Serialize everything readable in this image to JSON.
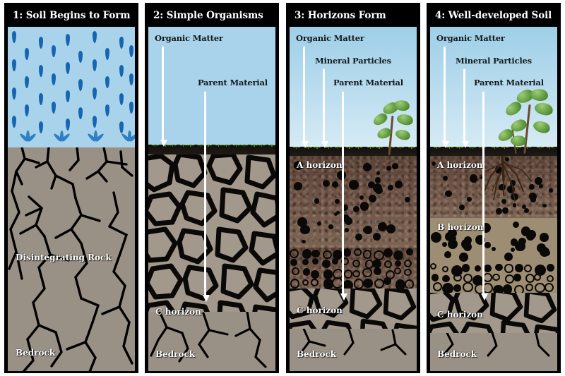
{
  "diagram": {
    "title_hidden": "Soil Formation Stages",
    "background": "#ffffff",
    "colors": {
      "panel_border": "#000000",
      "title_bar_bg": "#000000",
      "title_text": "#ffffff",
      "sky": "#a8d3ea",
      "raindrop": "#1565b0",
      "bedrock": "#9a9186",
      "c_horizon_rock": "#a2988c",
      "a_horizon": "#6d5244",
      "b_horizon": "#9d8d73",
      "organic_layer": "#15120f",
      "sprout_green": "#7dbb28",
      "leaf_green": "#4f8a31",
      "sky_label_text": "#15191c",
      "soil_label_text": "#ffffff",
      "arrow": "#ffffff"
    }
  },
  "panels": [
    {
      "id": "panel-1",
      "title": "1: Soil Begins to Form",
      "sky_labels": [],
      "arrows": [],
      "soil_labels": [
        {
          "text": "Disintegrating Rock",
          "name": "disintegrating-rock-label"
        },
        {
          "text": "Bedrock",
          "name": "bedrock-label"
        }
      ],
      "has_rain": true,
      "has_plant": false
    },
    {
      "id": "panel-2",
      "title": "2: Simple Organisms",
      "sky_labels": [
        {
          "text": "Organic Matter",
          "name": "organic-matter-label"
        },
        {
          "text": "Parent Material",
          "name": "parent-material-label"
        }
      ],
      "arrows": [
        "organic-matter-arrow",
        "parent-material-arrow"
      ],
      "soil_labels": [
        {
          "text": "C horizon",
          "name": "c-horizon-label"
        },
        {
          "text": "Bedrock",
          "name": "bedrock-label"
        }
      ],
      "has_rain": false,
      "has_plant": false
    },
    {
      "id": "panel-3",
      "title": "3: Horizons Form",
      "sky_labels": [
        {
          "text": "Organic Matter",
          "name": "organic-matter-label"
        },
        {
          "text": "Mineral Particles",
          "name": "mineral-particles-label"
        },
        {
          "text": "Parent Material",
          "name": "parent-material-label"
        }
      ],
      "arrows": [
        "organic-matter-arrow",
        "mineral-particles-arrow",
        "parent-material-arrow"
      ],
      "soil_labels": [
        {
          "text": "A horizon",
          "name": "a-horizon-label"
        },
        {
          "text": "C horizon",
          "name": "c-horizon-label"
        },
        {
          "text": "Bedrock",
          "name": "bedrock-label"
        }
      ],
      "has_rain": false,
      "has_plant": true
    },
    {
      "id": "panel-4",
      "title": "4: Well-developed Soil",
      "sky_labels": [
        {
          "text": "Organic Matter",
          "name": "organic-matter-label"
        },
        {
          "text": "Mineral Particles",
          "name": "mineral-particles-label"
        },
        {
          "text": "Parent Material",
          "name": "parent-material-label"
        }
      ],
      "arrows": [
        "organic-matter-arrow",
        "mineral-particles-arrow",
        "parent-material-arrow"
      ],
      "soil_labels": [
        {
          "text": "A horizon",
          "name": "a-horizon-label"
        },
        {
          "text": "B horizon",
          "name": "b-horizon-label"
        },
        {
          "text": "C horizon",
          "name": "c-horizon-label"
        },
        {
          "text": "Bedrock",
          "name": "bedrock-label"
        }
      ],
      "has_rain": false,
      "has_plant": true
    }
  ]
}
